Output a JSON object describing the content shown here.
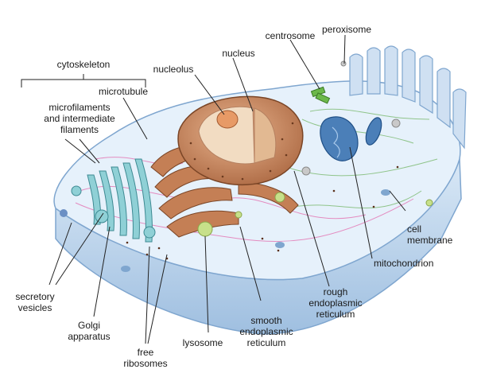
{
  "labels": {
    "cytoskeleton": "cytoskeleton",
    "microtubule": "microtubule",
    "microfilaments": "microfilaments\nand intermediate\nfilaments",
    "nucleolus": "nucleolus",
    "nucleus": "nucleus",
    "centrosome": "centrosome",
    "peroxisome": "peroxisome",
    "cell_membrane": "cell\nmembrane",
    "mitochondrion": "mitochondrion",
    "rough_er": "rough\nendoplasmic\nreticulum",
    "smooth_er": "smooth\nendoplasmic\nreticulum",
    "lysosome": "lysosome",
    "free_ribosomes": "free\nribosomes",
    "golgi": "Golgi\napparatus",
    "secretory_vesicles": "secretory\nvesicles"
  },
  "colors": {
    "membrane": "#cfe0f2",
    "membrane_edge": "#7fa6cf",
    "cytoplasm": "#e6f1fb",
    "nucleus": "#c97f55",
    "nucleus_inner": "#f2dcc2",
    "nucleolus": "#e79a66",
    "golgi": "#8fd0d6",
    "mitochondrion": "#4b7fb8",
    "lysosome": "#c7e08a",
    "centrosome": "#6cb84a",
    "leader": "#222222"
  }
}
